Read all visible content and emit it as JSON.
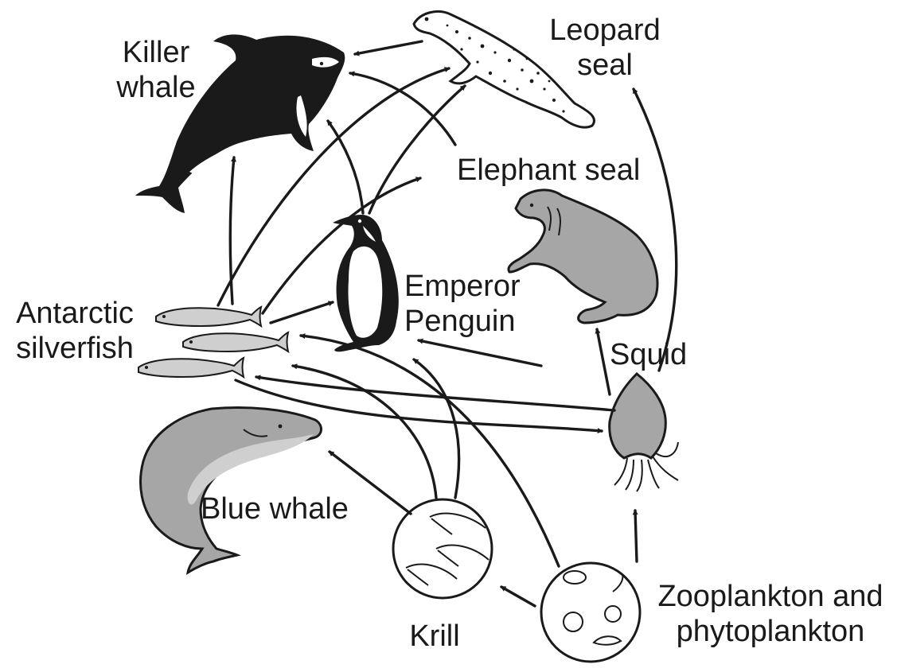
{
  "organisms": {
    "killer_whale": "Killer\nwhale",
    "leopard_seal": "Leopard\nseal",
    "elephant_seal": "Elephant seal",
    "emperor_penguin": "Emperor\nPenguin",
    "antarctic_silverfish": "Antarctic\nsilverfish",
    "squid": "Squid",
    "blue_whale": "Blue whale",
    "krill": "Krill",
    "plankton": "Zooplankton and\nphytoplankton"
  },
  "feeding_links": [
    {
      "from": "leopard_seal",
      "to": "killer_whale"
    },
    {
      "from": "elephant_seal",
      "to": "killer_whale"
    },
    {
      "from": "emperor_penguin",
      "to": "killer_whale"
    },
    {
      "from": "antarctic_silverfish",
      "to": "killer_whale"
    },
    {
      "from": "emperor_penguin",
      "to": "leopard_seal"
    },
    {
      "from": "antarctic_silverfish",
      "to": "leopard_seal"
    },
    {
      "from": "squid",
      "to": "leopard_seal"
    },
    {
      "from": "antarctic_silverfish",
      "to": "elephant_seal"
    },
    {
      "from": "squid",
      "to": "elephant_seal"
    },
    {
      "from": "antarctic_silverfish",
      "to": "emperor_penguin"
    },
    {
      "from": "squid",
      "to": "emperor_penguin"
    },
    {
      "from": "krill",
      "to": "emperor_penguin"
    },
    {
      "from": "krill",
      "to": "antarctic_silverfish"
    },
    {
      "from": "plankton",
      "to": "antarctic_silverfish"
    },
    {
      "from": "squid",
      "to": "antarctic_silverfish"
    },
    {
      "from": "antarctic_silverfish",
      "to": "squid"
    },
    {
      "from": "plankton",
      "to": "squid"
    },
    {
      "from": "krill",
      "to": "blue_whale"
    },
    {
      "from": "plankton",
      "to": "krill"
    }
  ]
}
